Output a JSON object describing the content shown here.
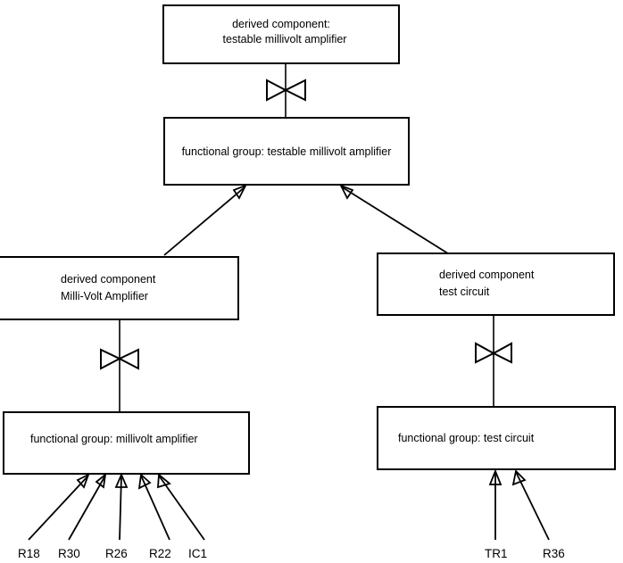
{
  "diagram": {
    "title": "testable millivolt amplifier decomposition",
    "background_color": "#ffffff",
    "line_color": "#000000",
    "boxes": {
      "top_derived": {
        "line1": "derived component:",
        "line2": "testable millivolt amplifier"
      },
      "top_functional": {
        "line1": "functional group: testable millivolt amplifier"
      },
      "left_derived": {
        "line1": "derived component",
        "line2": "Milli-Volt Amplifier"
      },
      "right_derived": {
        "line1": "derived component",
        "line2": "test circuit"
      },
      "left_functional": {
        "line1": "functional group: millivolt amplifier"
      },
      "right_functional": {
        "line1": "functional group: test circuit"
      }
    },
    "connectors": {
      "bowtie_top": "bowtie-connector",
      "bowtie_left": "bowtie-connector",
      "bowtie_right": "bowtie-connector"
    },
    "left_parts": [
      {
        "label": "R18"
      },
      {
        "label": "R30"
      },
      {
        "label": "R26"
      },
      {
        "label": "R22"
      },
      {
        "label": "IC1"
      }
    ],
    "right_parts": [
      {
        "label": "TR1"
      },
      {
        "label": "R36"
      }
    ]
  }
}
